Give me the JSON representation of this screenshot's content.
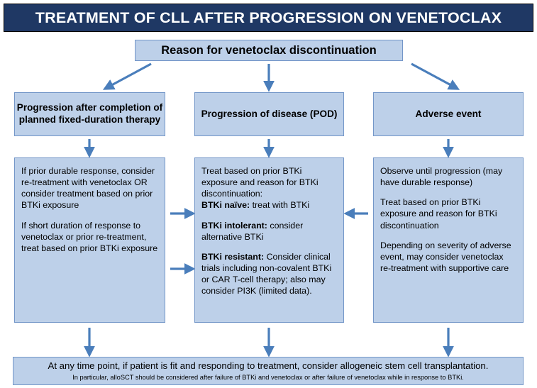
{
  "header": {
    "title": "TREATMENT OF CLL AFTER PROGRESSION ON VENETOCLAX",
    "bg_color": "#1F3864",
    "text_color": "#FFFFFF"
  },
  "theme": {
    "box_fill": "#BDD0E9",
    "box_border": "#7396C8",
    "arrow_color": "#4A7EBB"
  },
  "root_node": {
    "label": "Reason for venetoclax discontinuation"
  },
  "columns": [
    {
      "id": "fixed-duration",
      "head": "Progression after completion of planned fixed-duration therapy",
      "body_paragraphs": [
        {
          "text": "If prior durable response, consider re-treatment with venetoclax OR consider treatment based on prior BTKi exposure"
        },
        {
          "text": "If short duration of response to venetoclax or prior re-treatment, treat based on prior BTKi exposure"
        }
      ]
    },
    {
      "id": "pod",
      "head": "Progression of disease (POD)",
      "body_paragraphs": [
        {
          "lead": "",
          "text": "Treat based on prior BTKi exposure and reason for BTKi discontinuation:"
        },
        {
          "lead": "BTKi naïve:",
          "text": " treat with BTKi"
        },
        {
          "lead": "BTKi intolerant:",
          "text": " consider alternative BTKi"
        },
        {
          "lead": "BTKi resistant:",
          "text": " Consider clinical trials including non-covalent BTKi or CAR T-cell therapy; also may consider PI3K (limited data)."
        }
      ]
    },
    {
      "id": "adverse-event",
      "head": "Adverse event",
      "body_paragraphs": [
        {
          "text": "Observe until progression (may have durable response)"
        },
        {
          "text": "Treat based on prior BTKi exposure and reason for BTKi discontinuation"
        },
        {
          "text": "Depending on severity of adverse event, may consider venetoclax re-treatment with supportive care"
        }
      ]
    }
  ],
  "footer": {
    "main": "At any time point, if patient is fit and responding to treatment, consider allogeneic stem cell transplantation.",
    "sub": "In particular, alloSCT should be considered after failure of BTKi and venetoclax or after failure of venetoclax while in response to BTKi."
  }
}
